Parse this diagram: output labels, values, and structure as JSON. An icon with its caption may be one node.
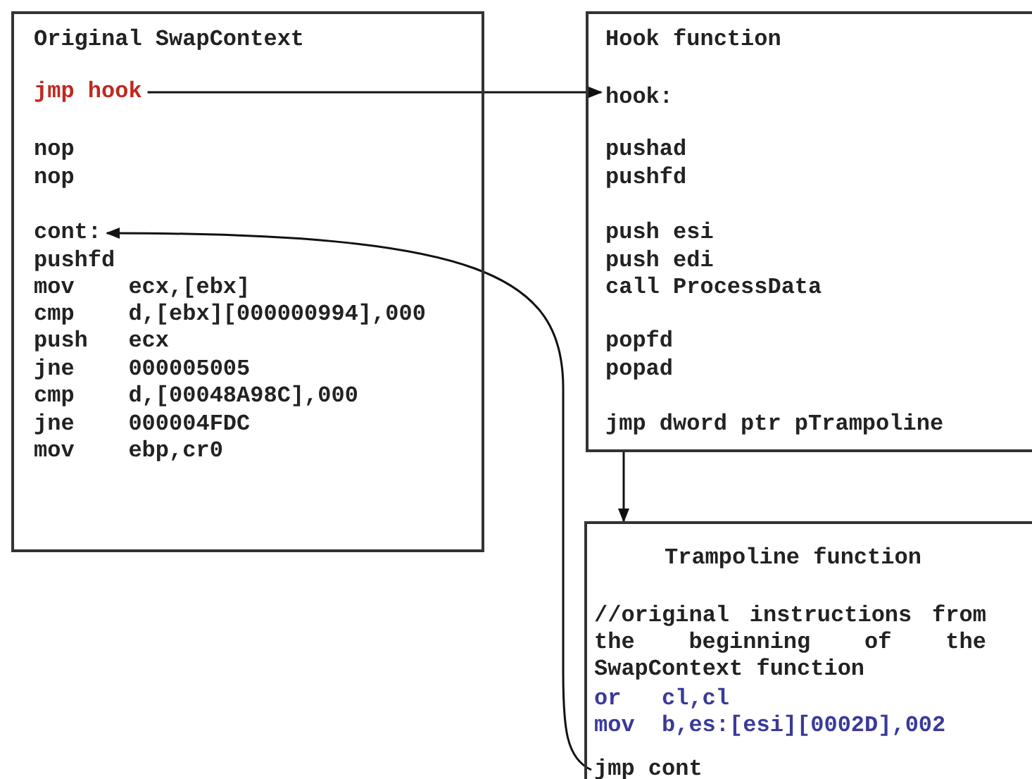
{
  "diagram": {
    "nodes": [
      {
        "text": [
          "Original SwapContext",
          "nop",
          "nop",
          "pushfd",
          "mov ecx,[ebx]",
          "cmp d,[ebx][000000994],000",
          "push ecx",
          "jne 000005005",
          "cmp d,[00048A98C],000",
          "jne 000004FDC",
          "mov ebp,cr0"
        ]
      },
      {
        "text": [
          "jmp hook"
        ],
        "in": 0
      },
      {
        "text": [
          "cont:"
        ],
        "in": 0
      },
      {
        "text": [
          "Hook function",
          "pushad",
          "pushfd",
          "push esi",
          "push edi",
          "call ProcessData",
          "popfd",
          "popad",
          "jmp dword ptr pTrampoline"
        ]
      },
      {
        "text": [
          "hook:"
        ],
        "in": 3
      },
      {
        "text": [
          "Trampoline function",
          "//original instructions from the beginning of the SwapContext function",
          "or cl,cl",
          "mov b,es:[esi][0002D],002"
        ]
      },
      {
        "text": [
          "jmp cont"
        ],
        "in": 5
      }
    ],
    "edges": [
      {
        "from": 1,
        "to": 4,
        "arrow": "to"
      },
      {
        "from": 3,
        "to": 5,
        "arrow": "to"
      },
      {
        "from": 6,
        "to": 2,
        "arrow": "to"
      }
    ]
  }
}
